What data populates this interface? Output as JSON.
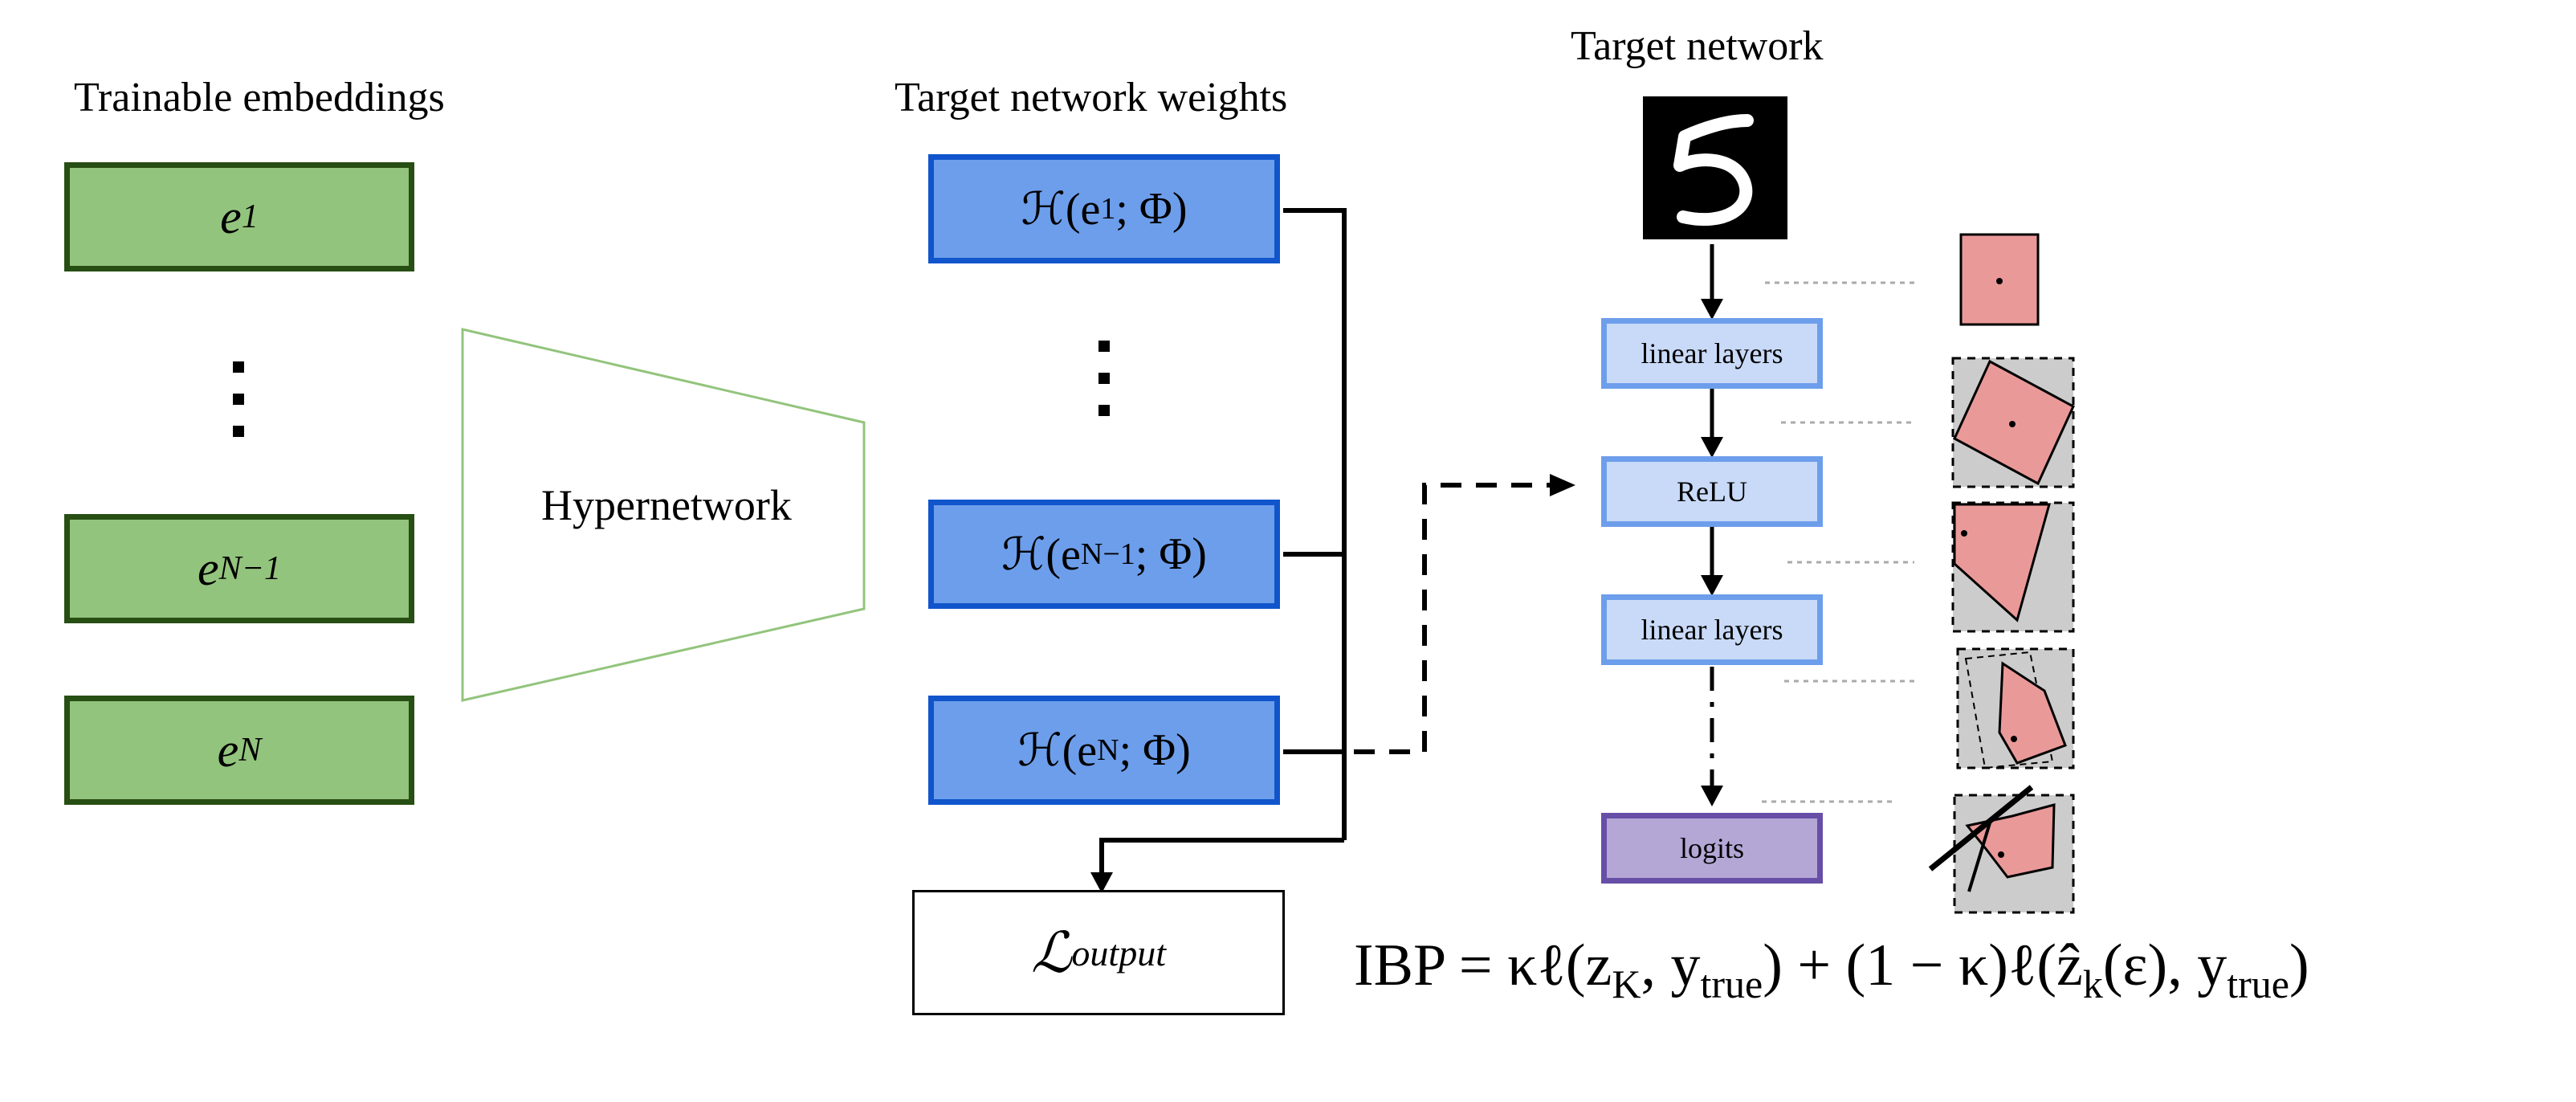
{
  "headings": {
    "left": "Trainable embeddings",
    "middle": "Target network weights",
    "right": "Target network"
  },
  "embeddings": {
    "e1": {
      "base": "e",
      "sub": "1"
    },
    "eN1": {
      "base": "e",
      "sub": "N−1"
    },
    "eN": {
      "base": "e",
      "sub": "N"
    }
  },
  "hypernetwork": {
    "label": "Hypernetwork"
  },
  "weights": {
    "w1": {
      "pre": "ℋ(e",
      "sub": "1",
      "post": "; Φ)"
    },
    "wN1": {
      "pre": "ℋ(e",
      "sub": "N−1",
      "post": "; Φ)"
    },
    "wN": {
      "pre": "ℋ(e",
      "sub": "N",
      "post": "; Φ)"
    }
  },
  "target_network": {
    "layer1": "linear layers",
    "layer2": "ReLU",
    "layer3": "linear layers",
    "layer4": "logits",
    "input_image": "handwritten digit 5"
  },
  "loss": {
    "symbol": "ℒ",
    "sub": "output"
  },
  "formula": {
    "part1": "IBP = κℓ(z",
    "sub1": "K",
    "part2": ", y",
    "sub2": "true",
    "part3": ") + (1 − κ)ℓ(ẑ",
    "sub3": "k",
    "part4": "(ε), y",
    "sub4": "true",
    "part5": ")"
  },
  "colors": {
    "embedding_fill": "#93c47d",
    "embedding_border": "#274e13",
    "weight_fill": "#6d9eeb",
    "weight_border": "#1155cc",
    "layer_fill": "#c9daf8",
    "layer_border": "#6d9eeb",
    "logits_fill": "#b4a7d6",
    "logits_border": "#674ea7",
    "region_fill": "#ea9999",
    "region_bg": "#cccccc",
    "hypernetwork_stroke": "#93c47d"
  }
}
